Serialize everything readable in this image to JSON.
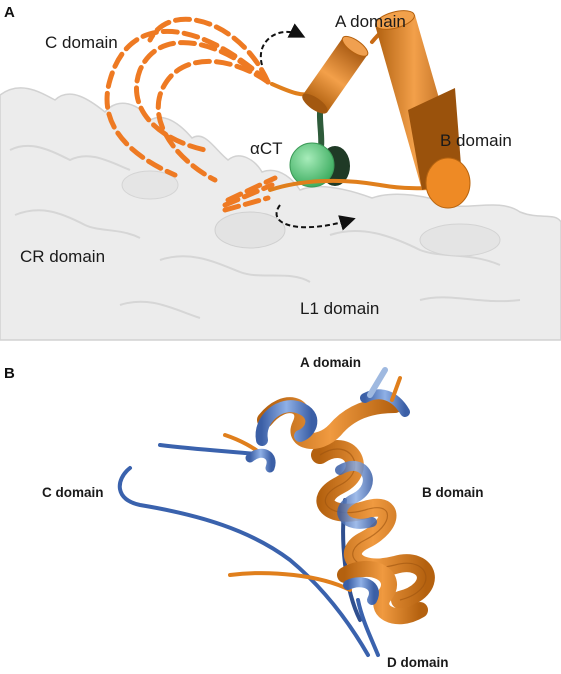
{
  "panels": {
    "a": {
      "letter": "A",
      "labels": {
        "c_domain": "C domain",
        "a_domain": "A domain",
        "b_domain": "B domain",
        "alpha_ct": "αCT",
        "cr_domain": "CR domain",
        "l1_domain": "L1 domain"
      }
    },
    "b": {
      "letter": "B",
      "labels": {
        "a_domain": "A domain",
        "b_domain": "B domain",
        "c_domain": "C domain",
        "d_domain": "D domain"
      }
    }
  },
  "colors": {
    "orange": "#e07f1c",
    "orange_dark": "#a85a10",
    "blue": "#5b84c9",
    "blue_dark": "#2f4f8f",
    "green": "#6fd08a",
    "green_stem": "#2e5b3a",
    "surface": "#ececec",
    "surface_edge": "#d2d2d2"
  }
}
